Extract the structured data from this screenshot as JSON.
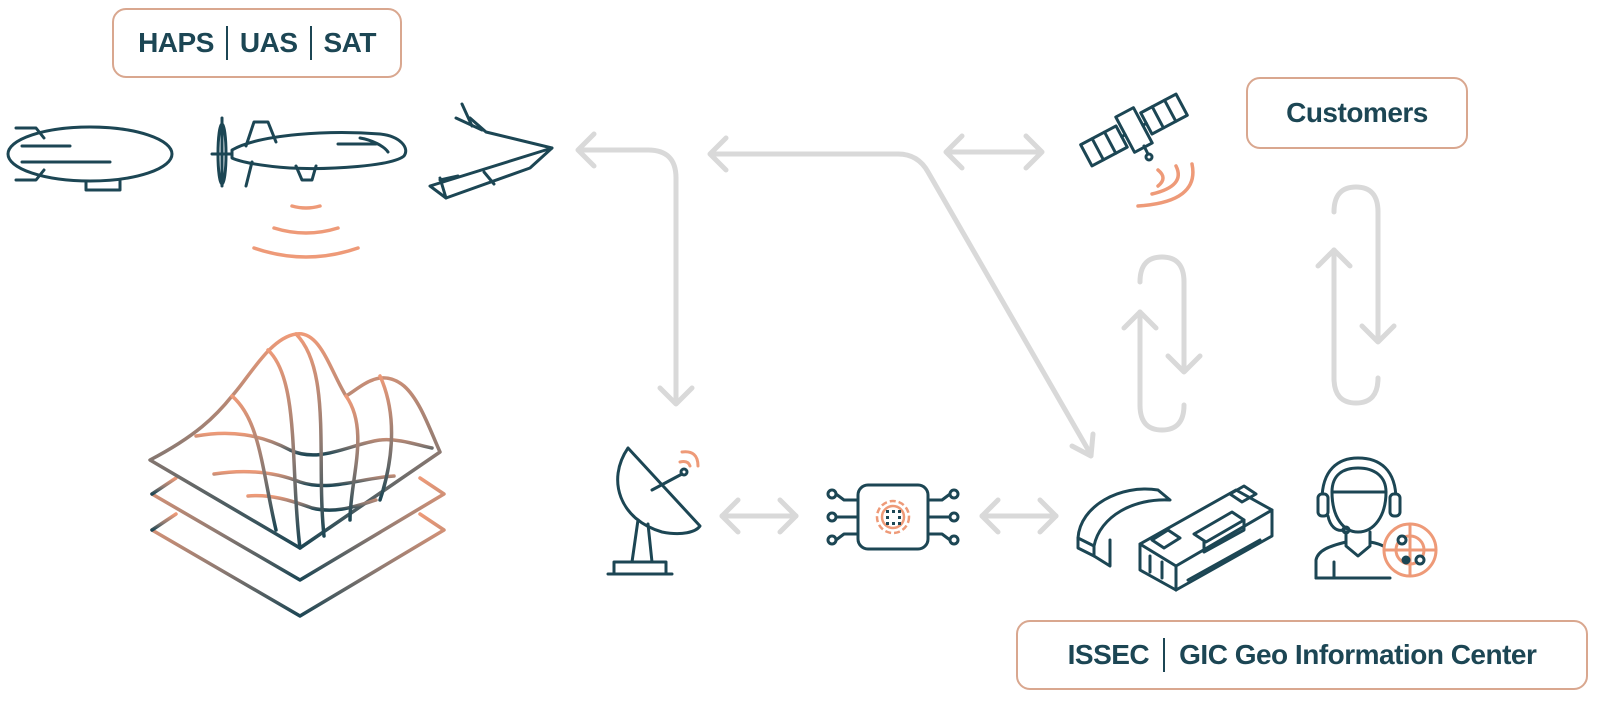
{
  "labels": {
    "platforms": [
      "HAPS",
      "UAS",
      "SAT"
    ],
    "customers": "Customers",
    "center_left": "ISSEC",
    "center_right": "GIC Geo Information Center"
  },
  "colors": {
    "dark": "#1c4654",
    "accent": "#ee9a78",
    "arrow": "#d9d9d9",
    "box_border": "#d9a78f"
  },
  "icons": [
    "airship-icon",
    "propeller-uav-icon",
    "jet-drone-icon",
    "satellite-icon",
    "terrain-layers-icon",
    "satellite-dish-icon",
    "processor-chip-icon",
    "data-center-icon",
    "operator-radar-icon"
  ]
}
